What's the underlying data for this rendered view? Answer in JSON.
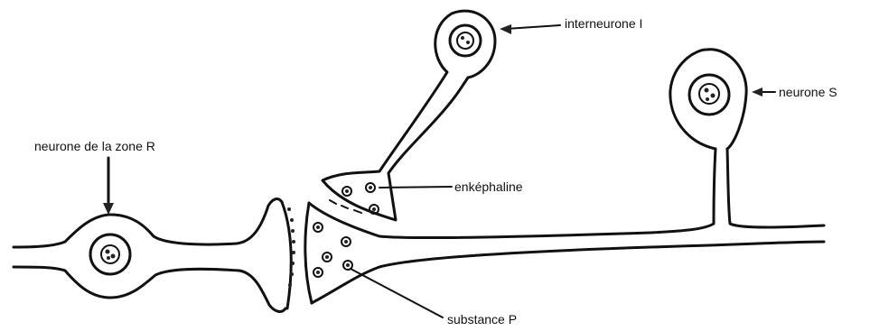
{
  "labels": {
    "interneurone": "interneurone I",
    "neurone_s": "neurone S",
    "neurone_r": "neurone de la zone  R",
    "enkephaline": "enképhaline",
    "substance_p": "substance P"
  }
}
